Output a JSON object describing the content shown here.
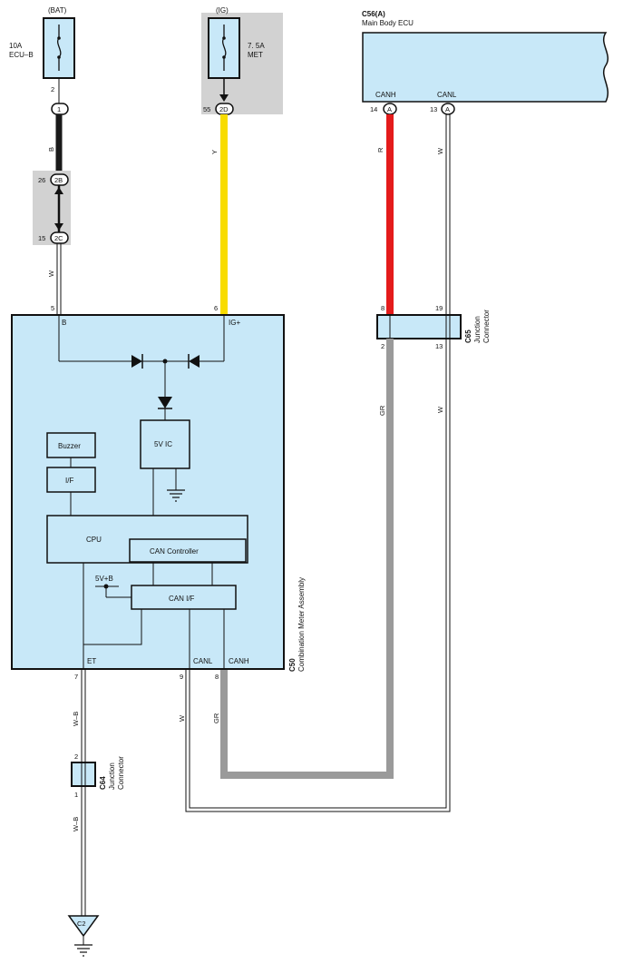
{
  "sources": {
    "bat": {
      "label": "(BAT)",
      "fuse_amp": "10A",
      "fuse_name": "ECU–B",
      "pin": "2"
    },
    "ig": {
      "label": "(IG)",
      "fuse_amp": "7. 5A",
      "fuse_name": "MET",
      "pin": "55",
      "connector": "2D"
    }
  },
  "connectors_bat": {
    "c1": {
      "id": "1"
    },
    "c2b": {
      "pin": "26",
      "id": "2B"
    },
    "c2c": {
      "pin": "15",
      "id": "2C"
    }
  },
  "ecu_c56": {
    "code": "C56(A)",
    "name": "Main Body ECU",
    "canh_label": "CANH",
    "canl_label": "CANL",
    "canh_pin": "14",
    "canl_pin": "13",
    "conn_letter": "A"
  },
  "wire_colors": {
    "bat_wire": "B",
    "bat_wire2": "W",
    "ig_wire": "Y",
    "canh_upper": "R",
    "canl_upper": "W",
    "canh_lower": "GR",
    "canl_lower": "W",
    "et_upper": "W–B",
    "et_lower": "W–B",
    "meter_canl": "W",
    "meter_canh": "GR"
  },
  "meter_c50": {
    "code": "C50",
    "name": "Combination Meter Assembly",
    "pin_b": "5",
    "pin_ig": "6",
    "label_b": "B",
    "label_ig": "IG+",
    "ic_label": "5V IC",
    "buzzer_label": "Buzzer",
    "if_label": "I/F",
    "cpu_label": "CPU",
    "can_controller_label": "CAN Controller",
    "can_if_label": "CAN I/F",
    "v5b_label": "5V+B",
    "et_label": "ET",
    "canl_label": "CANL",
    "canh_label": "CANH",
    "pin_et": "7",
    "pin_canl": "9",
    "pin_canh": "8"
  },
  "junction_c65": {
    "code": "C65",
    "line1": "Junction",
    "line2": "Connector",
    "pin_tl": "8",
    "pin_tr": "19",
    "pin_bl": "2",
    "pin_br": "13"
  },
  "junction_c64": {
    "code": "C64",
    "line1": "Junction",
    "line2": "Connector",
    "pin_top": "2",
    "pin_bottom": "1"
  },
  "ground": {
    "id": "C2"
  },
  "colors": {
    "panel_fill": "#c8e8f8",
    "gray_box": "#d2d2d2",
    "yellow": "#f8dc00",
    "red": "#e41b1b",
    "gray_wire": "#9a9a9a",
    "black_wire": "#1a1a1a"
  }
}
